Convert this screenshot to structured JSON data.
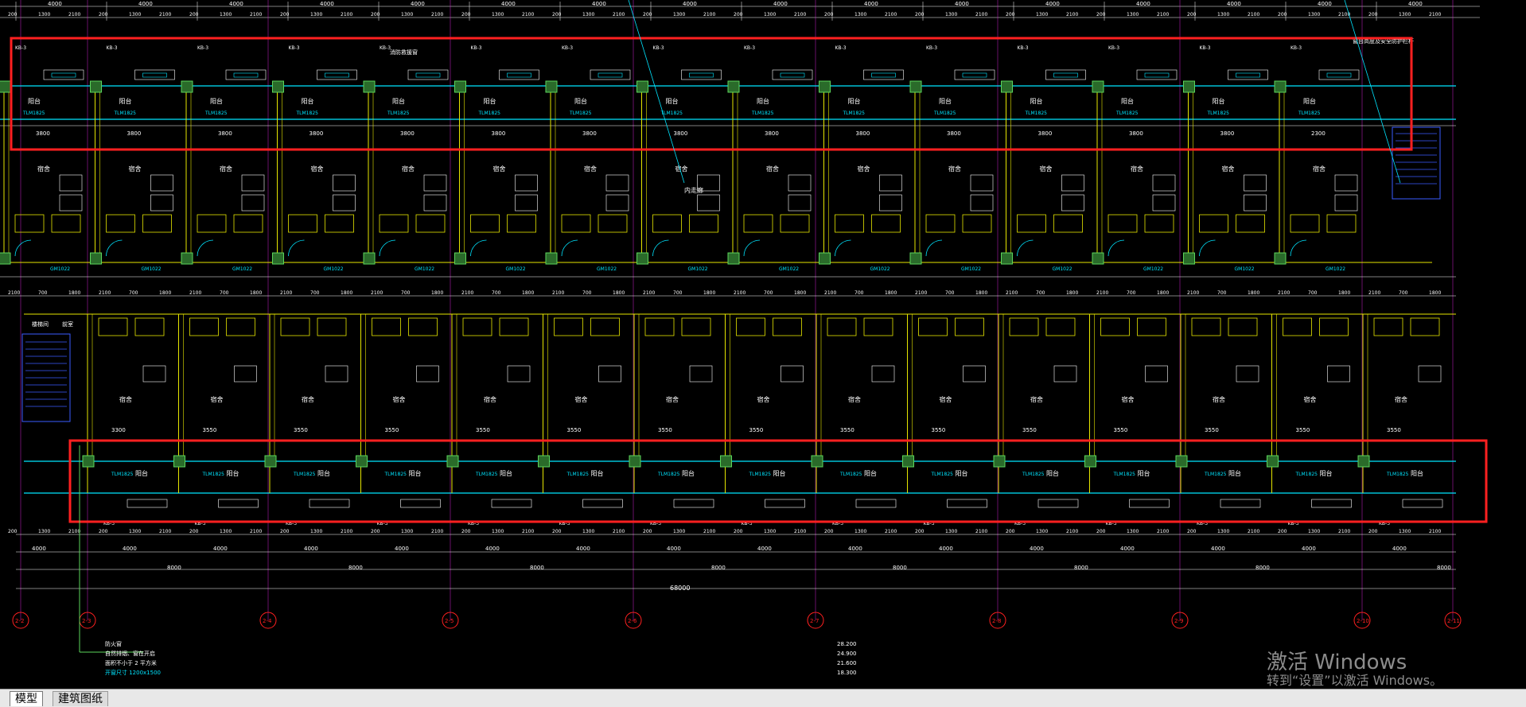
{
  "tabs": [
    {
      "label": "模型"
    },
    {
      "label": "建筑图纸"
    }
  ],
  "watermark": {
    "title": "激活 Windows",
    "subtitle": "转到“设置”以激活 Windows。"
  },
  "drawing": {
    "total_dimension": "68000",
    "top_dims": [
      "4000",
      "4000",
      "4000",
      "4000",
      "4000",
      "4000",
      "4000",
      "4000",
      "4000",
      "4000",
      "4000",
      "4000",
      "4000",
      "4000",
      "4000",
      "4000"
    ],
    "room_widths_top": [
      "3800",
      "3800",
      "3800",
      "3800",
      "3800",
      "3800",
      "3800",
      "3800",
      "3800",
      "3800",
      "3800",
      "3800",
      "3800",
      "3800",
      "2300"
    ],
    "room_widths_bottom": [
      "3300",
      "3550",
      "3550",
      "3550",
      "3550",
      "3550",
      "3550",
      "3550",
      "3550",
      "3550",
      "3550",
      "3550",
      "3550",
      "3550",
      "3550"
    ],
    "bay_dims": [
      "8000",
      "8000",
      "8000",
      "8000",
      "8000",
      "8000",
      "8000",
      "8000"
    ],
    "axis_labels": [
      "2-2",
      "2-3",
      "2-4",
      "2-5",
      "2-6",
      "2-7",
      "2-8",
      "2-9",
      "2-10",
      "2-11"
    ],
    "room_label": "宿舍",
    "balcony_label": "阳台",
    "corridor_label": "内走廊",
    "door_code": "GM1022",
    "window_code": "TLM1825",
    "bracket_code": "KB-3",
    "note_top": "消防救援窗",
    "note_right_top": "窗台高度及安全防护栏杆",
    "notes_left_bottom": [
      "防火窗",
      "自然排烟、窗在开启",
      "面积不小于 2 平方米",
      "开窗尺寸 1200x1500"
    ],
    "elevations": [
      "28.200",
      "24.900",
      "21.600",
      "18.300"
    ],
    "stair_labels": [
      "楼梯间",
      "前室"
    ]
  }
}
